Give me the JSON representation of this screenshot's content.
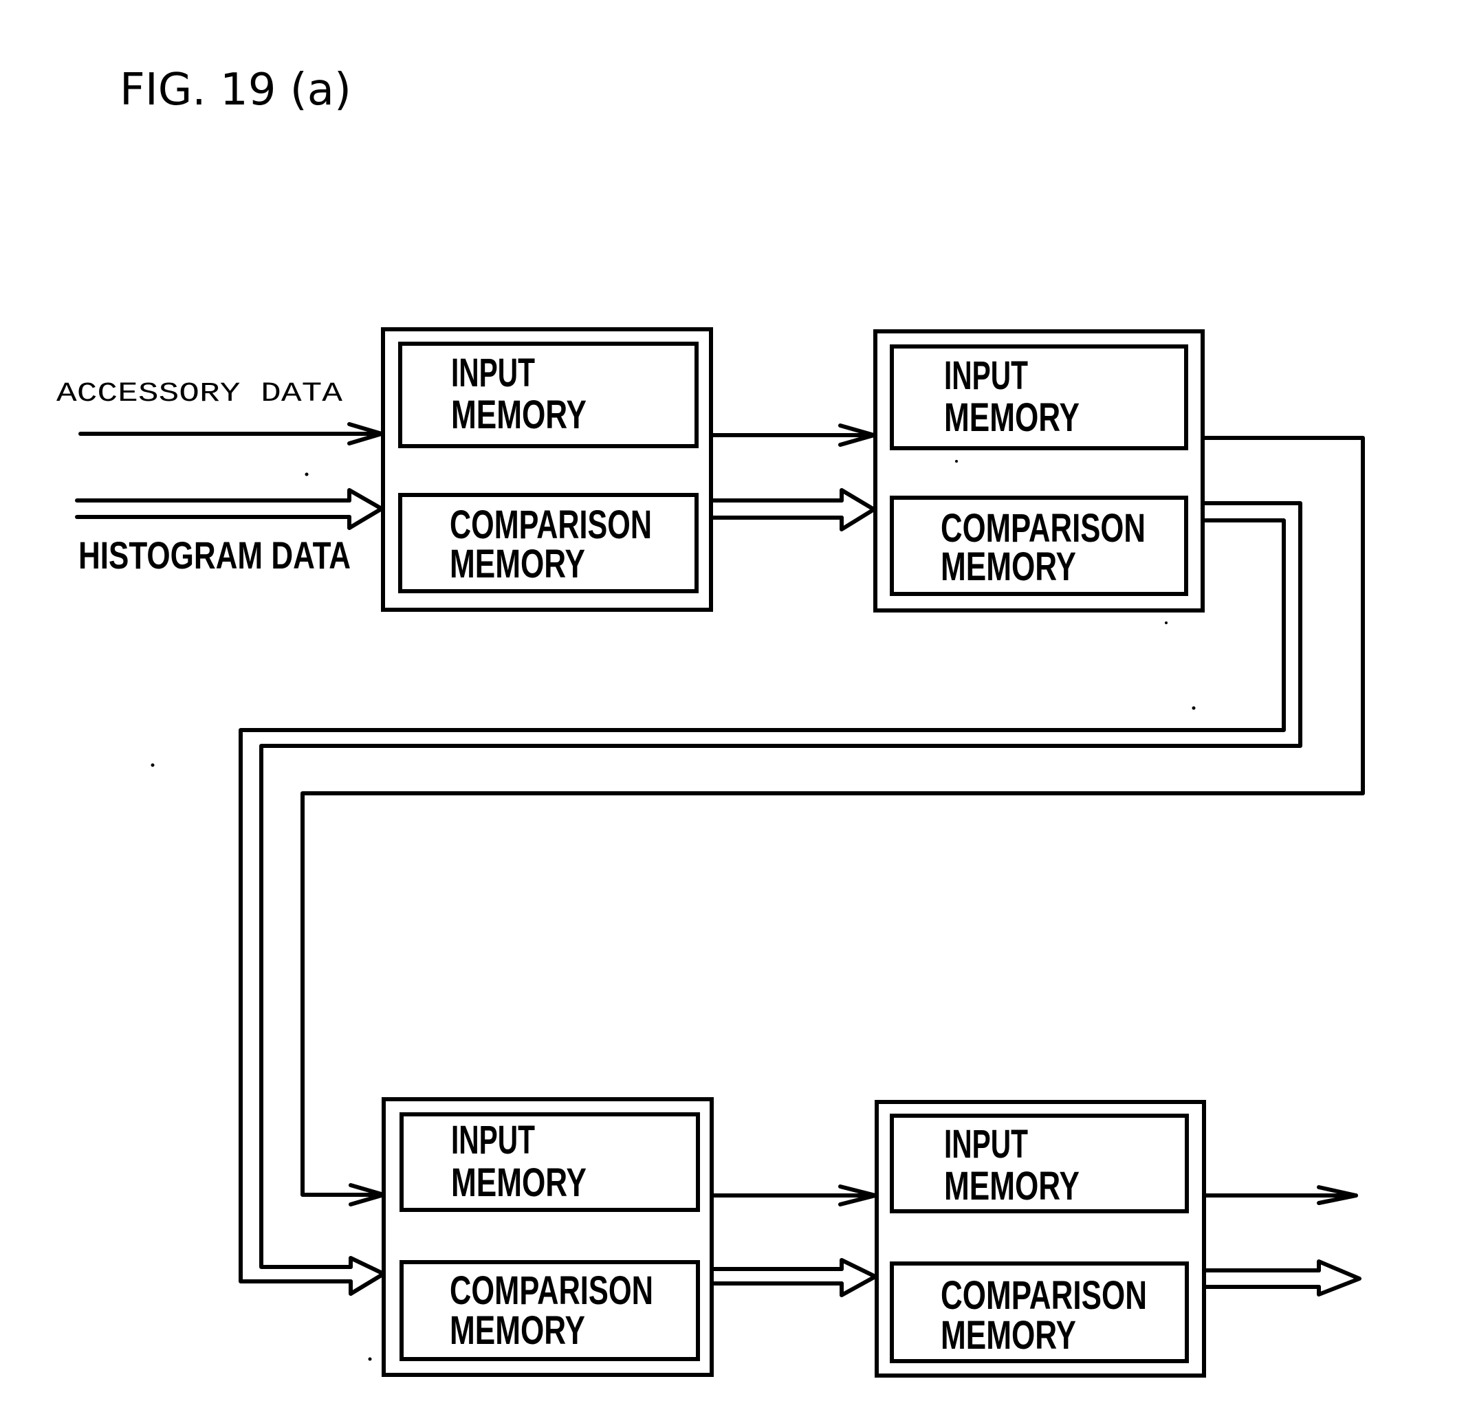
{
  "figure": {
    "title": "FIG. 19 (a)"
  },
  "inputs": {
    "accessory_label": "ACCESSORY DATA",
    "histogram_label": "HISTOGRAM DATA"
  },
  "units": [
    {
      "id": "unit-1",
      "input_memory": [
        "INPUT",
        "MEMORY"
      ],
      "comparison_memory": [
        "COMPARISON",
        "MEMORY"
      ]
    },
    {
      "id": "unit-2",
      "input_memory": [
        "INPUT",
        "MEMORY"
      ],
      "comparison_memory": [
        "COMPARISON",
        "MEMORY"
      ]
    },
    {
      "id": "unit-3",
      "input_memory": [
        "INPUT",
        "MEMORY"
      ],
      "comparison_memory": [
        "COMPARISON",
        "MEMORY"
      ]
    },
    {
      "id": "unit-4",
      "input_memory": [
        "INPUT",
        "MEMORY"
      ],
      "comparison_memory": [
        "COMPARISON",
        "MEMORY"
      ]
    }
  ],
  "connections": [
    {
      "from": "accessory-data",
      "to": "unit-1.input_memory",
      "arrow": "single"
    },
    {
      "from": "histogram-data",
      "to": "unit-1.comparison_memory",
      "arrow": "double"
    },
    {
      "from": "unit-1.input_memory",
      "to": "unit-2.input_memory",
      "arrow": "single"
    },
    {
      "from": "unit-1.comparison_memory",
      "to": "unit-2.comparison_memory",
      "arrow": "double"
    },
    {
      "from": "unit-2.input_memory",
      "to": "unit-3.input_memory",
      "arrow": "single"
    },
    {
      "from": "unit-2.comparison_memory",
      "to": "unit-3.comparison_memory",
      "arrow": "double"
    },
    {
      "from": "unit-3.input_memory",
      "to": "unit-4.input_memory",
      "arrow": "single"
    },
    {
      "from": "unit-3.comparison_memory",
      "to": "unit-4.comparison_memory",
      "arrow": "double"
    },
    {
      "from": "unit-4.input_memory",
      "to": "output",
      "arrow": "single"
    },
    {
      "from": "unit-4.comparison_memory",
      "to": "output",
      "arrow": "double"
    }
  ]
}
